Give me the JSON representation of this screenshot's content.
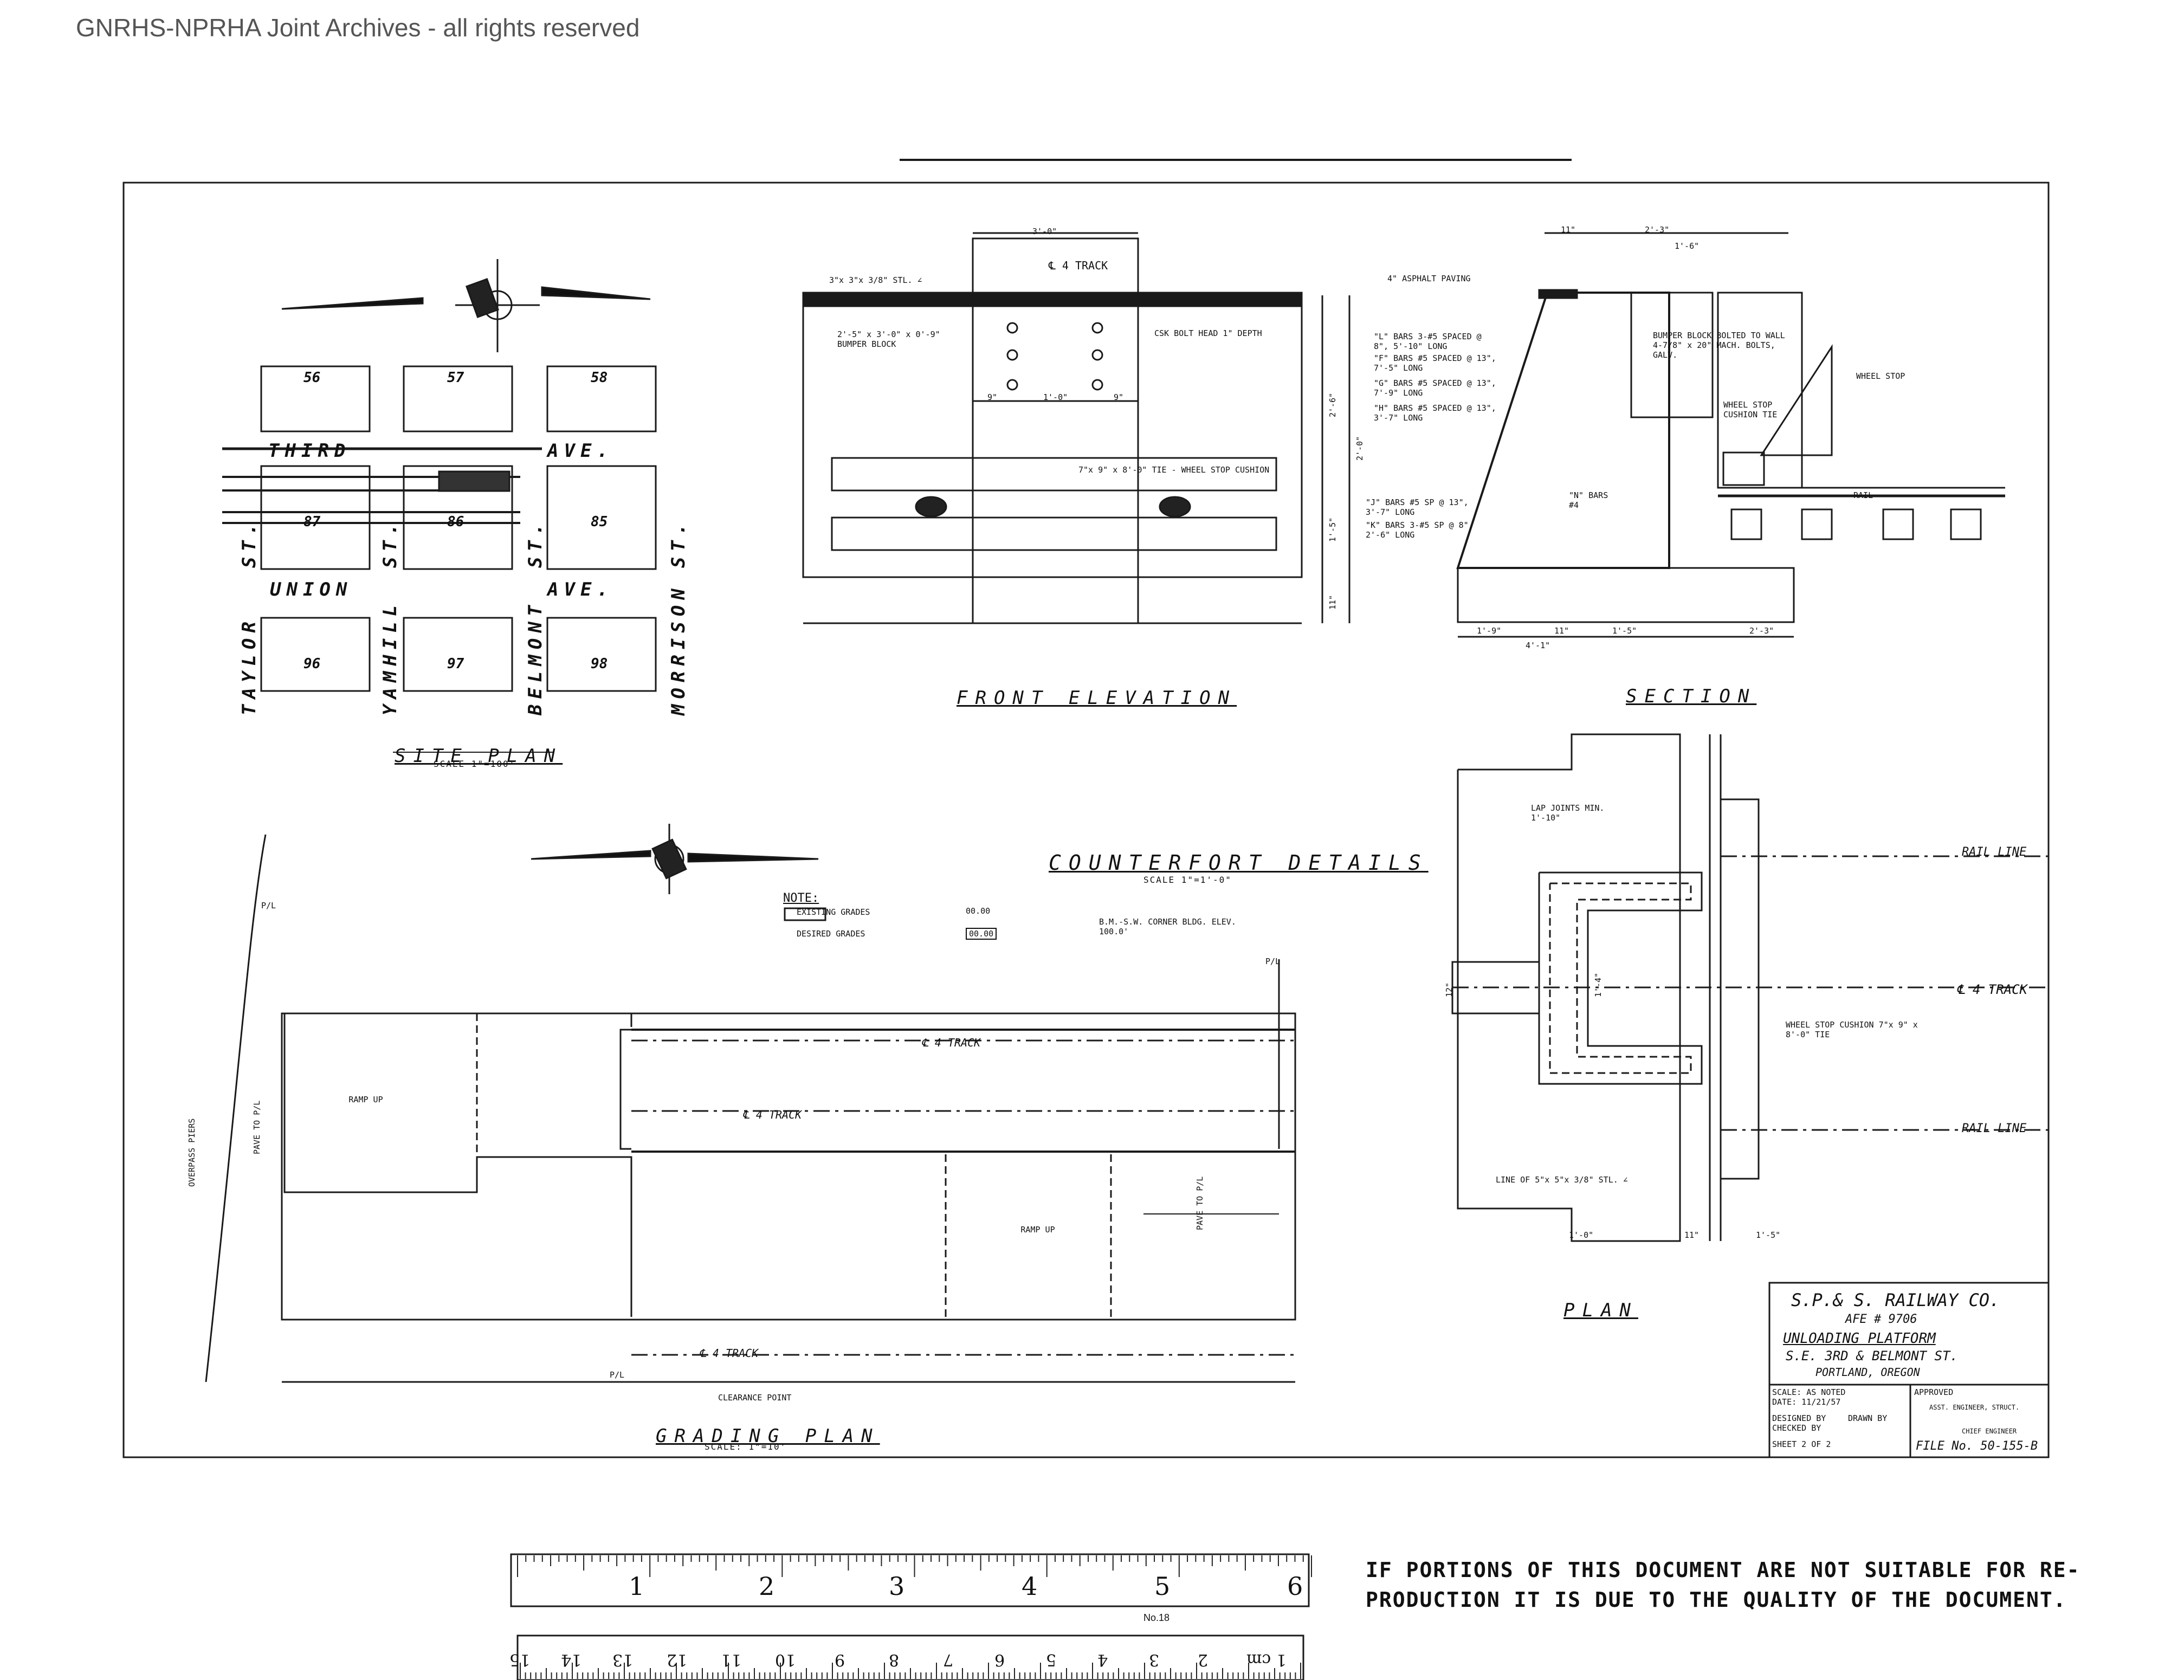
{
  "watermark": "GNRHS-NPRHA Joint Archives - all rights reserved",
  "site_plan": {
    "title": "SITE PLAN",
    "scale": "SCALE 1\"=100'",
    "blocks": [
      "56",
      "57",
      "58",
      "87",
      "86",
      "85",
      "96",
      "97",
      "98"
    ],
    "avenues": [
      "THIRD",
      "AVE.",
      "UNION",
      "AVE."
    ],
    "streets": [
      "TAYLOR",
      "ST.",
      "YAMHILL",
      "ST.",
      "BELMONT",
      "ST.",
      "MORRISON",
      "ST."
    ]
  },
  "front_elevation": {
    "title": "FRONT ELEVATION",
    "notes": {
      "top_dim": "3'-0\"",
      "track": "℄ 4 TRACK",
      "angle": "3\"x 3\"x 3/8\" STL. ∠",
      "bumper": "2'-5\" x 3'-0\" x 0'-9\" BUMPER BLOCK",
      "bolt": "CSK BOLT HEAD 1\" DEPTH",
      "cushion": "7\"x 9\" x 8'-0\" TIE - WHEEL STOP CUSHION",
      "dim_a": "9\"",
      "dim_b": "1'-0\"",
      "dim_c": "9\"",
      "h1": "2'-6\"",
      "h2": "2'-0\"",
      "h3": "1'-5\"",
      "h4": "11\""
    }
  },
  "section": {
    "title": "SECTION",
    "notes": {
      "top1": "11\"",
      "top2": "2'-3\"",
      "top3": "1'-6\"",
      "asphalt": "4\" ASPHALT PAVING",
      "l_bars": "\"L\" BARS 3-#5 SPACED @ 8\", 5'-10\" LONG",
      "f_bars": "\"F\" BARS #5 SPACED @ 13\", 7'-5\" LONG",
      "g_bars": "\"G\" BARS #5 SPACED @ 13\", 7'-9\" LONG",
      "h_bars": "\"H\" BARS #5 SPACED @ 13\", 3'-7\" LONG",
      "j_bars": "\"J\" BARS #5 SP @ 13\", 3'-7\" LONG",
      "k_bars": "\"K\" BARS 3-#5 SP @ 8\", 2'-6\" LONG",
      "n_bars": "\"N\" BARS #4",
      "bumper_bolted": "BUMPER BLOCK BOLTED TO WALL 4-7/8\" x 20\" MACH. BOLTS, GALV.",
      "wheel_stop": "WHEEL STOP",
      "wheel_stop_cushion": "WHEEL STOP CUSHION TIE",
      "rail": "RAIL",
      "b1": "1'-9\"",
      "b2": "11\"",
      "b3": "1'-5\"",
      "b4": "2'-3\"",
      "b5": "4'-1\""
    }
  },
  "counterfort": {
    "title": "COUNTERFORT DETAILS",
    "scale": "SCALE 1\"=1'-0\""
  },
  "plan": {
    "title": "PLAN",
    "notes": {
      "lap": "LAP JOINTS MIN. 1'-10\"",
      "rail_line_1": "RAIL LINE",
      "track": "℄ 4 TRACK",
      "rail_line_2": "RAIL LINE",
      "cushion": "WHEEL STOP CUSHION 7\"x 9\" x 8'-0\" TIE",
      "angle": "LINE OF 5\"x 5\"x 3/8\" STL. ∠",
      "d1": "1'-0\"",
      "d2": "11\"",
      "d3": "1'-5\"",
      "d4": "12\"",
      "d5": "1'-4\""
    }
  },
  "grading_plan": {
    "title": "GRADING PLAN",
    "scale": "SCALE: 1\"=10'",
    "note_label": "NOTE:",
    "existing_label": "EXISTING GRADES",
    "existing_value": "00.00",
    "desired_label": "DESIRED GRADES",
    "desired_value": "00.00",
    "bm_note": "B.M.-S.W. CORNER BLDG. ELEV. 100.0'",
    "ramp_up_1": "RAMP UP",
    "ramp_up_2": "RAMP UP",
    "pave_1": "PAVE TO P/L",
    "pave_2": "PAVE TO P/L",
    "track_1": "℄ 4 TRACK",
    "track_2": "℄ 4 TRACK",
    "track_3": "℄ 4 TRACK",
    "clearance": "CLEARANCE POINT",
    "overpass": "OVERPASS PIERS",
    "pl_1": "P/L",
    "pl_2": "P/L",
    "pl_3": "P/L"
  },
  "title_block": {
    "company": "S.P.& S. RAILWAY CO.",
    "afe": "AFE # 9706",
    "project": "UNLOADING PLATFORM",
    "location": "S.E. 3RD & BELMONT ST.",
    "city": "PORTLAND, OREGON",
    "scale": "SCALE: AS NOTED",
    "date": "DATE: 11/21/57",
    "designed": "DESIGNED BY",
    "drawn": "DRAWN BY",
    "checked": "CHECKED BY",
    "approved": "APPROVED",
    "asst_eng": "ASST. ENGINEER, STRUCT.",
    "chief_eng": "CHIEF ENGINEER",
    "sheet": "SHEET 2 OF 2",
    "file_no": "FILE No. 50-155-B"
  },
  "ruler": {
    "top_numbers": [
      "1",
      "2",
      "3",
      "4",
      "5",
      "6"
    ],
    "bottom_numbers": [
      "1 cm",
      "2",
      "3",
      "4",
      "5",
      "6",
      "7",
      "8",
      "9",
      "10",
      "11",
      "12",
      "13",
      "14",
      "15"
    ],
    "label": "No.18"
  },
  "notice": {
    "line1": "IF PORTIONS OF THIS DOCUMENT ARE NOT SUITABLE FOR RE-",
    "line2": "PRODUCTION IT IS DUE TO THE QUALITY OF THE DOCUMENT."
  }
}
